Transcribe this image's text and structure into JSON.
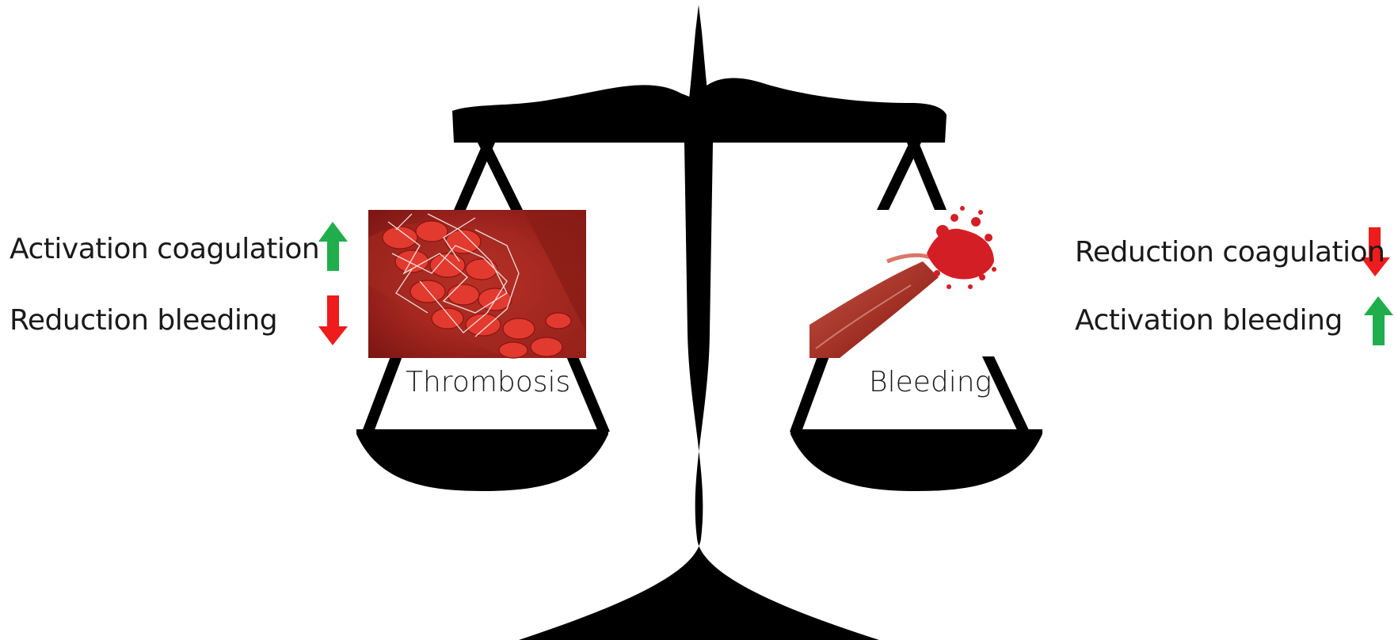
{
  "left": {
    "pan_label": "Thrombosis",
    "items": [
      {
        "text": "Activation coagulation",
        "direction": "up",
        "color": "#1fae4b"
      },
      {
        "text": "Reduction bleeding",
        "direction": "down",
        "color": "#ee1c1c"
      }
    ]
  },
  "right": {
    "pan_label": "Bleeding",
    "items": [
      {
        "text": "Reduction coagulation",
        "direction": "down",
        "color": "#ee1c1c"
      },
      {
        "text": "Activation bleeding",
        "direction": "up",
        "color": "#1fae4b"
      }
    ]
  },
  "colors": {
    "scale": "#000000",
    "blood": "#b3141b",
    "up": "#1fae4b",
    "down": "#ee1c1c"
  }
}
